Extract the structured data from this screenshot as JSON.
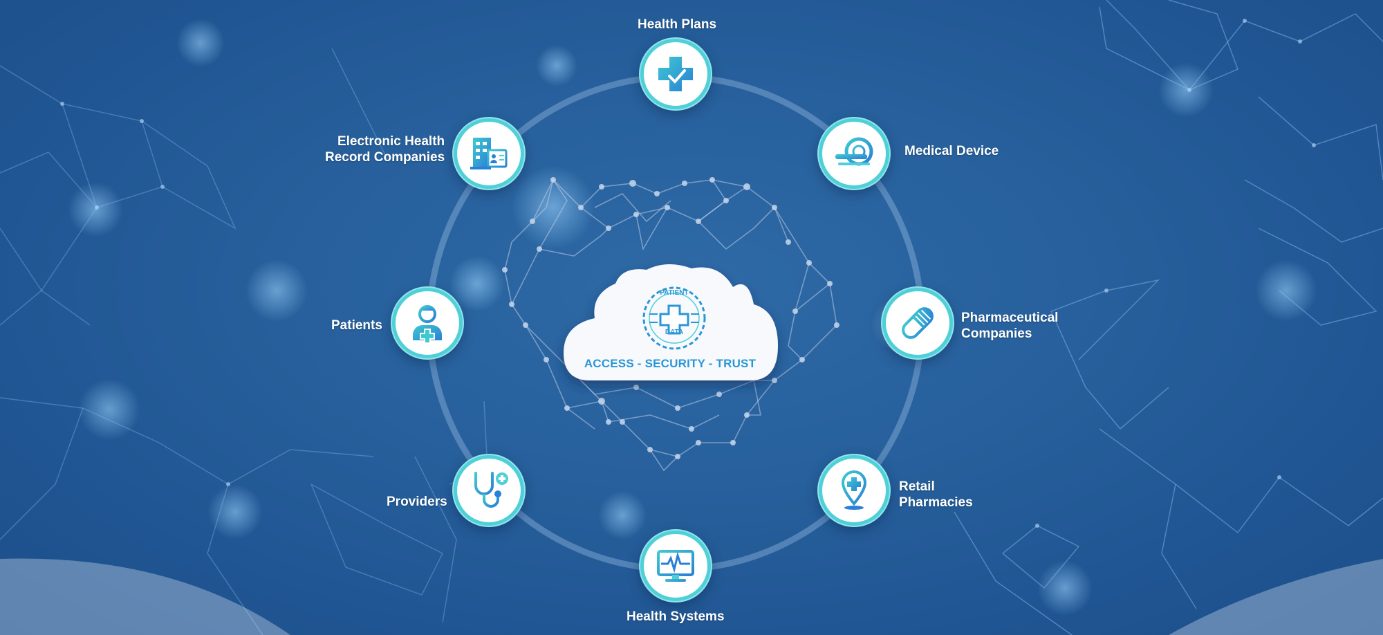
{
  "colors": {
    "background": "#255d9a",
    "accent": "#2a96d6",
    "ring": "#4fd0d8"
  },
  "center": {
    "badge_top": "PATIENT",
    "badge_bottom": "DATA",
    "tagline": "ACCESS - SECURITY - TRUST"
  },
  "nodes": [
    {
      "id": "health-plans",
      "label": "Health Plans",
      "icon": "medical-cross-check-icon"
    },
    {
      "id": "medical-device",
      "label": "Medical Device",
      "icon": "mri-scanner-icon"
    },
    {
      "id": "pharmaceutical-companies",
      "label": "Pharmaceutical\nCompanies",
      "icon": "capsule-icon"
    },
    {
      "id": "retail-pharmacies",
      "label": "Retail\nPharmacies",
      "icon": "pharmacy-location-pin-icon"
    },
    {
      "id": "health-systems",
      "label": "Health Systems",
      "icon": "heart-monitor-icon"
    },
    {
      "id": "providers",
      "label": "Providers",
      "icon": "stethoscope-icon"
    },
    {
      "id": "patients",
      "label": "Patients",
      "icon": "patient-icon"
    },
    {
      "id": "ehr-companies",
      "label": "Electronic Health\nRecord Companies",
      "icon": "hospital-records-icon"
    }
  ]
}
